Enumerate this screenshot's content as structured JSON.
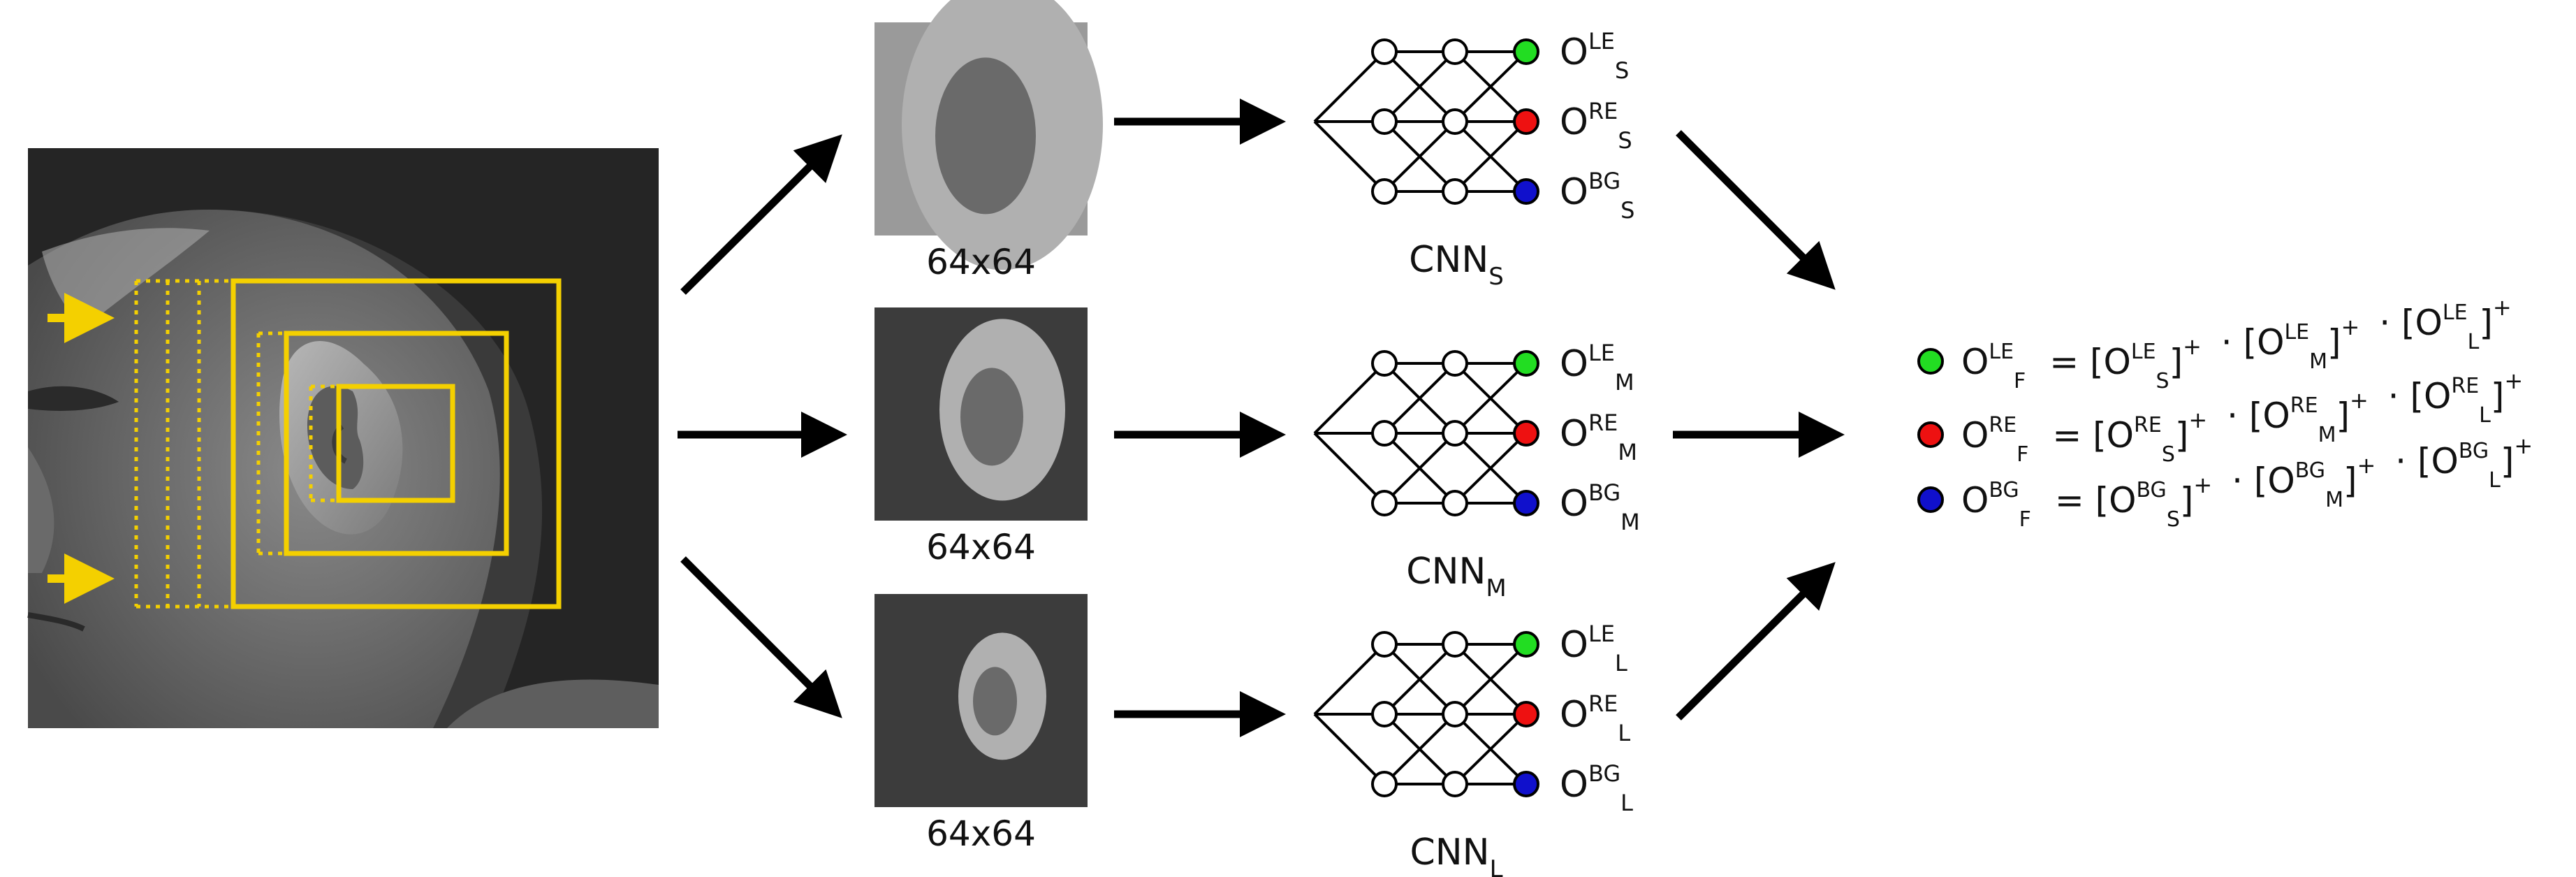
{
  "colors": {
    "highlight": "#f4d000",
    "left_ear": "#22dd22",
    "right_ear": "#ee1111",
    "background": "#1010cc",
    "node": "#ffffff",
    "edge": "#000000"
  },
  "patches": [
    {
      "size_label": "64x64"
    },
    {
      "size_label": "64x64"
    },
    {
      "size_label": "64x64"
    }
  ],
  "networks": [
    {
      "label_main": "CNN",
      "label_sub": "S",
      "outputs": [
        {
          "o": "O",
          "sup": "LE",
          "sub": "S",
          "color_key": "left_ear"
        },
        {
          "o": "O",
          "sup": "RE",
          "sub": "S",
          "color_key": "right_ear"
        },
        {
          "o": "O",
          "sup": "BG",
          "sub": "S",
          "color_key": "background"
        }
      ]
    },
    {
      "label_main": "CNN",
      "label_sub": "M",
      "outputs": [
        {
          "o": "O",
          "sup": "LE",
          "sub": "M",
          "color_key": "left_ear"
        },
        {
          "o": "O",
          "sup": "RE",
          "sub": "M",
          "color_key": "right_ear"
        },
        {
          "o": "O",
          "sup": "BG",
          "sub": "M",
          "color_key": "background"
        }
      ]
    },
    {
      "label_main": "CNN",
      "label_sub": "L",
      "outputs": [
        {
          "o": "O",
          "sup": "LE",
          "sub": "L",
          "color_key": "left_ear"
        },
        {
          "o": "O",
          "sup": "RE",
          "sub": "L",
          "color_key": "right_ear"
        },
        {
          "o": "O",
          "sup": "BG",
          "sub": "L",
          "color_key": "background"
        }
      ]
    }
  ],
  "fusion": [
    {
      "color_key": "left_ear",
      "sup": "LE",
      "lhs_sub": "F",
      "subs": [
        "S",
        "M",
        "L"
      ],
      "plus": "+",
      "dot": "·",
      "eq": "="
    },
    {
      "color_key": "right_ear",
      "sup": "RE",
      "lhs_sub": "F",
      "subs": [
        "S",
        "M",
        "L"
      ],
      "plus": "+",
      "dot": "·",
      "eq": "="
    },
    {
      "color_key": "background",
      "sup": "BG",
      "lhs_sub": "F",
      "subs": [
        "S",
        "M",
        "L"
      ],
      "plus": "+",
      "dot": "·",
      "eq": "="
    }
  ]
}
